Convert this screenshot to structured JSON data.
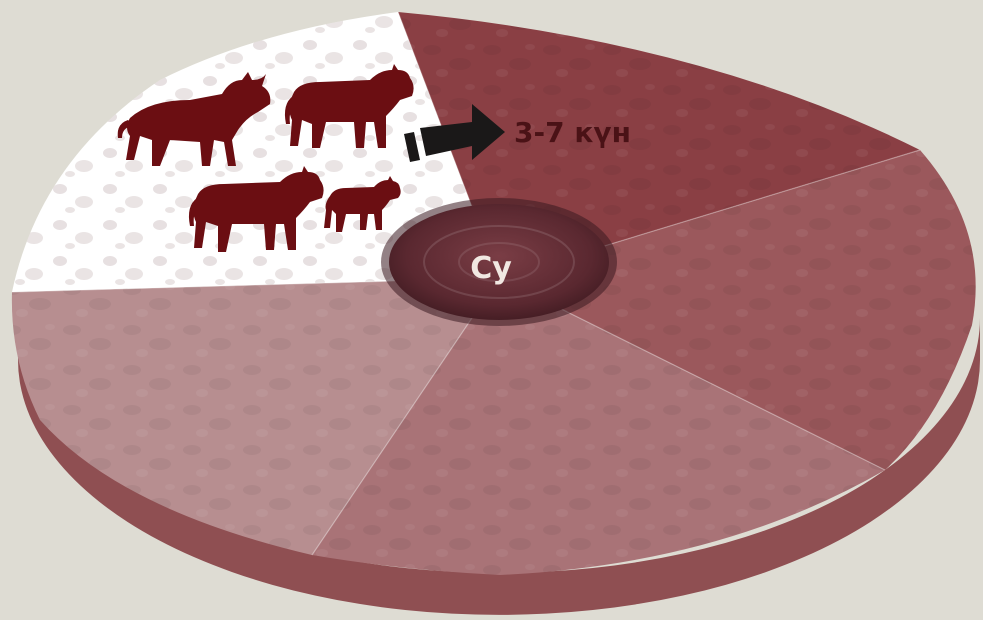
{
  "center": {
    "label": "Су"
  },
  "arrow": {
    "label": "3-7 күн"
  },
  "grazing_group": {
    "animals": [
      "bull",
      "cow",
      "cow",
      "calf"
    ]
  },
  "colors": {
    "background": "#dedcd3",
    "paddock_active": "#ffffff",
    "paddock_1": "#8a3f44",
    "paddock_2": "#9b585c",
    "paddock_3": "#a97377",
    "paddock_4": "#b78e90",
    "paddock_5": "#d3b5b6",
    "rim": "#8f4f52",
    "water": "#5c2a31",
    "animal": "#6b0e12",
    "arrow": "#1a1818",
    "label": "#4a1216",
    "center_label": "#f1e8e2"
  }
}
